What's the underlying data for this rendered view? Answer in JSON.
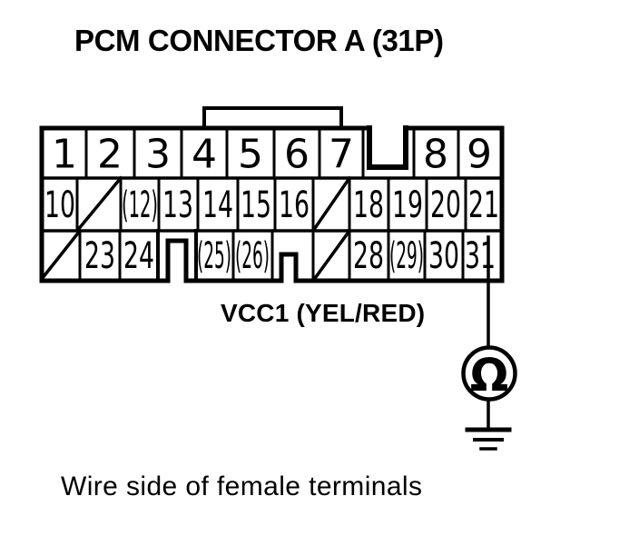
{
  "title": "PCM CONNECTOR A (31P)",
  "connector": {
    "row1": [
      "1",
      "2",
      "3",
      "4",
      "5",
      "6",
      "7",
      "8",
      "9"
    ],
    "row2": [
      "10",
      "(12)",
      "13",
      "14",
      "15",
      "16",
      "18",
      "19",
      "20",
      "21"
    ],
    "row3": [
      "23",
      "24",
      "(25)",
      "(26)",
      "28",
      "(29)",
      "30",
      "31"
    ]
  },
  "wire_label": "VCC1 (YEL/RED)",
  "meter_symbol": "Ω",
  "caption": "Wire side of female terminals",
  "colors": {
    "ink": "#000000",
    "background": "#ffffff"
  }
}
